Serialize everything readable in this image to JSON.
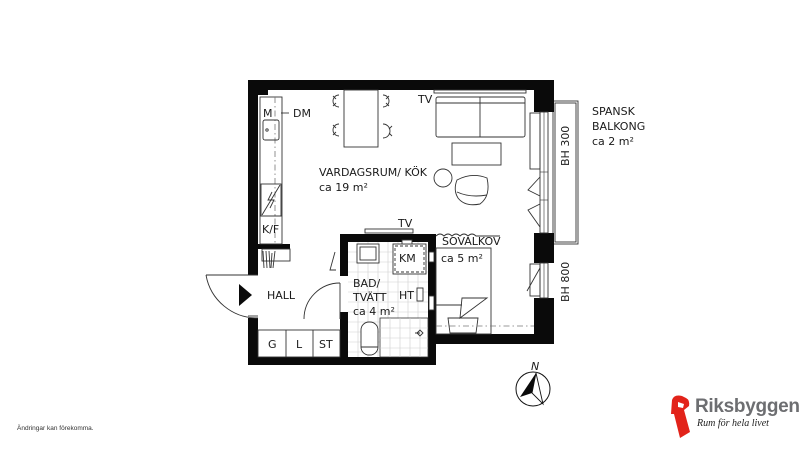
{
  "floor_plan": {
    "rooms": [
      {
        "name": "VARDAGSRUM/ KÖK",
        "area": "ca 19 m²"
      },
      {
        "name": "SOVALKOV",
        "area": "ca 5 m²"
      },
      {
        "name": "BAD/",
        "name2": "TVÄTT",
        "area": "ca 4 m²"
      },
      {
        "name": "HALL"
      },
      {
        "name": "SPANSK",
        "name2": "BALKONG",
        "area": "ca 2 m²"
      }
    ],
    "fixtures": {
      "microwave": "M",
      "dishwasher": "DM",
      "tv_living": "TV",
      "tv_bath_wall": "TV",
      "fridge_freezer": "K/F",
      "washing_machine": "KM",
      "drying_cabinet": "HT",
      "closet_g": "G",
      "closet_l": "L",
      "closet_st": "ST"
    },
    "windows": {
      "upper": "BH 300",
      "lower": "BH 800"
    },
    "compass": "N"
  },
  "footer": {
    "disclaimer": "Ändringar kan förekomma."
  },
  "brand": {
    "name": "Riksbyggen",
    "tagline": "Rum för hela livet",
    "color_red": "#e2231a",
    "color_grey": "#6d6e71"
  }
}
